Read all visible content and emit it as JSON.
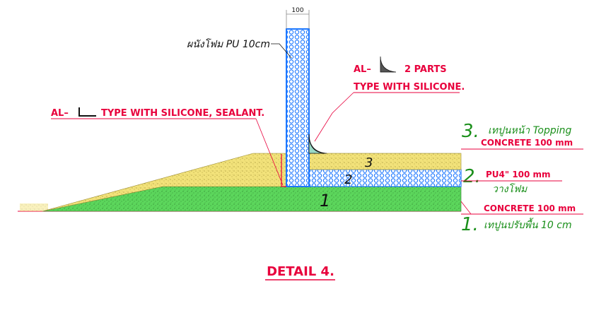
{
  "dimension_label": "100",
  "wall_label": "ผนังโฟม PU 10cm",
  "al_top": {
    "prefix": "AL–",
    "suffix": "2 PARTS",
    "line2": "TYPE WITH SILICONE."
  },
  "al_left": {
    "prefix": "AL–",
    "suffix": "TYPE WITH SILICONE, SEALANT."
  },
  "layers": {
    "num3": "3",
    "num2": "2",
    "num1": "1"
  },
  "legend": {
    "item3_num": "3.",
    "item3_thai": "เทปูนหน้า Topping",
    "item3_en": "CONCRETE 100 mm",
    "item2_num": "2.",
    "item2_en": "PU4\"  100 mm",
    "item2_thai": "วางโฟม",
    "item1_num": "1.",
    "item1_en": "CONCRETE 100 mm",
    "item1_thai": "เทปูนปรับพื้น 10 cm"
  },
  "title": "DETAIL 4.",
  "colors": {
    "concrete_green": "#5cd65c",
    "topping_yellow": "#f2e27a",
    "foam_blue": "#1e78ff",
    "annotation_red": "#e8003c",
    "legend_green": "#1a8f1a"
  }
}
